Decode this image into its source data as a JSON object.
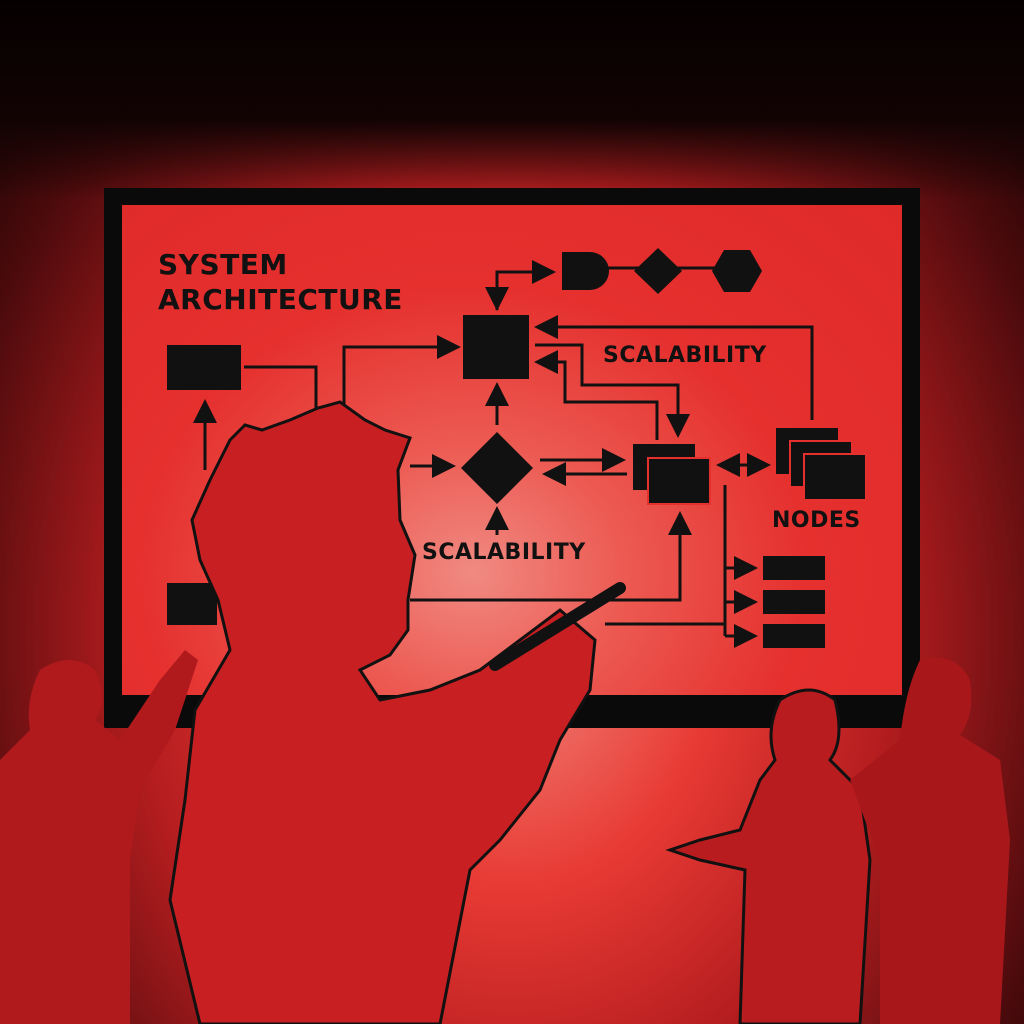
{
  "whiteboard": {
    "title_line1": "SYSTEM",
    "title_line2": "ARCHITECTURE",
    "label_scalability_top": "SCALABILITY",
    "label_scalability_bottom": "SCALABILITY",
    "label_nodes": "NODES"
  },
  "scene": {
    "description": "Silhouetted people in front of a whiteboard showing a system architecture diagram",
    "people_count": 4
  },
  "colors": {
    "background_dark": "#0d0202",
    "accent_red": "#e5302e",
    "highlight_pink": "#f08a82",
    "ink": "#111111"
  }
}
